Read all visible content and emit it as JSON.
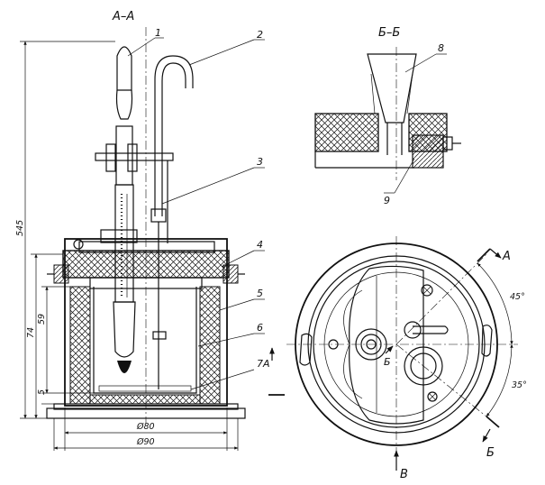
{
  "section_titles": {
    "aa": "А–А",
    "bb": "Б–Б"
  },
  "part_numbers": [
    "1",
    "2",
    "3",
    "4",
    "5",
    "6",
    "7",
    "8",
    "9"
  ],
  "dimensions": {
    "total_height": "545",
    "height_74": "74",
    "height_59": "59",
    "height_5": "5",
    "diameter_inner": "Ø80",
    "diameter_outer": "Ø90"
  },
  "angles": {
    "top": "45°",
    "bottom": "35°"
  },
  "view_markers": {
    "a_upper": "А",
    "b_lower": "Б",
    "v_bottom": "В",
    "a_side": "А",
    "b_center": "Б",
    "seven_label": "7"
  },
  "colors": {
    "ink": "#111111",
    "paper": "#ffffff"
  }
}
